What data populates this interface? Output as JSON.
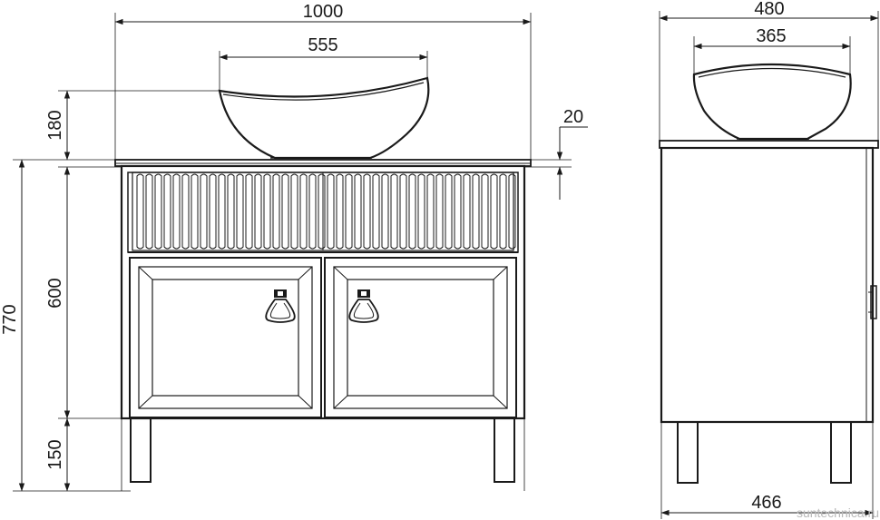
{
  "front_view": {
    "width_total": "1000",
    "bowl_width": "555",
    "bowl_height": "180",
    "top_thickness": "20",
    "total_height": "770",
    "body_height": "600",
    "leg_height": "150"
  },
  "side_view": {
    "depth_total": "480",
    "bowl_depth": "365",
    "body_depth": "466"
  },
  "watermark": "suntechnica.ru"
}
